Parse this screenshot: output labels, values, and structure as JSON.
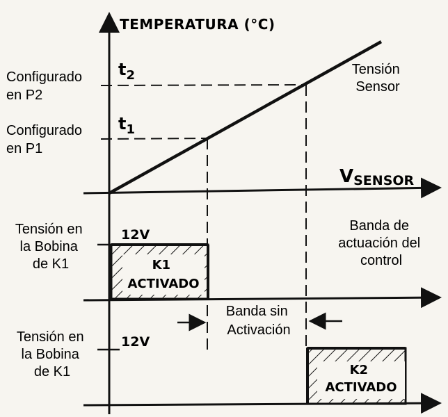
{
  "labels": {
    "temp_axis": "TEMPERATURA (°C)",
    "v_sensor_v": "V",
    "v_sensor_sub": "SENSOR",
    "t2_t": "t",
    "t2_sub": "2",
    "t1_t": "t",
    "t1_sub": "1",
    "config_p2_line1": "Configurado",
    "config_p2_line2": "en P2",
    "config_p1_line1": "Configurado",
    "config_p1_line2": "en P1",
    "tension_sensor_line1": "Tensión",
    "tension_sensor_line2": "Sensor",
    "bobina1_line1": "Tensión en",
    "bobina1_line2": "la Bobina",
    "bobina1_line3": "de K1",
    "bobina2_line1": "Tensión en",
    "bobina2_line2": "la Bobina",
    "bobina2_line3": "de K1",
    "v12_top": "12V",
    "v12_bottom": "12V",
    "k1_line1": "K1",
    "k1_line2": "ACTIVADO",
    "k2_line1": "K2",
    "k2_line2": "ACTIVADO",
    "banda_act_line1": "Banda de",
    "banda_act_line2": "actuación del",
    "banda_act_line3": "control",
    "banda_sin_line1": "Banda sin",
    "banda_sin_line2": "Activación"
  },
  "colors": {
    "ink": "#111111",
    "paper": "#f7f5f0"
  }
}
